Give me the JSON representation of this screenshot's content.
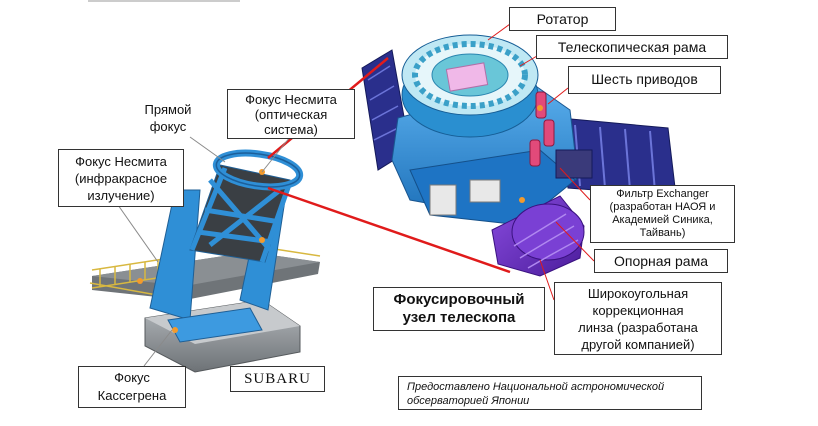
{
  "labels": {
    "rotator": "Ротатор",
    "telescope_frame": "Телескопическая рама",
    "six_drives": "Шесть приводов",
    "nasmyth_optical": "Фокус Несмита\n(оптическая\nсистема)",
    "prime_focus": "Прямой\nфокус",
    "nasmyth_infrared": "Фокус Несмита\n(инфракрасное\nизлучение)",
    "filter_exchanger": "Фильтр Exchanger\n(разработан НАОЯ и\nАкадемией Синика,\nТайвань)",
    "support_frame": "Опорная рама",
    "wide_field_corrector": "Широкоугольная\nкоррекционная\nлинза (разработана\nдругой компанией)",
    "focus_assembly": "Фокусировочный\nузел телескопа",
    "cassegrain_focus": "Фокус\nКассегрена",
    "subaru": "SUBARU",
    "credit": "Предоставлено Национальной астрономической\nобсерваторией Японии"
  },
  "colors": {
    "steel_blue": "#2f8fd6",
    "frame_navy": "#2a2f8c",
    "purple": "#6a2fc4",
    "connector_red": "#e01b1b",
    "leader_grey": "#8a8a8a",
    "platform_grey": "#6f7478"
  }
}
